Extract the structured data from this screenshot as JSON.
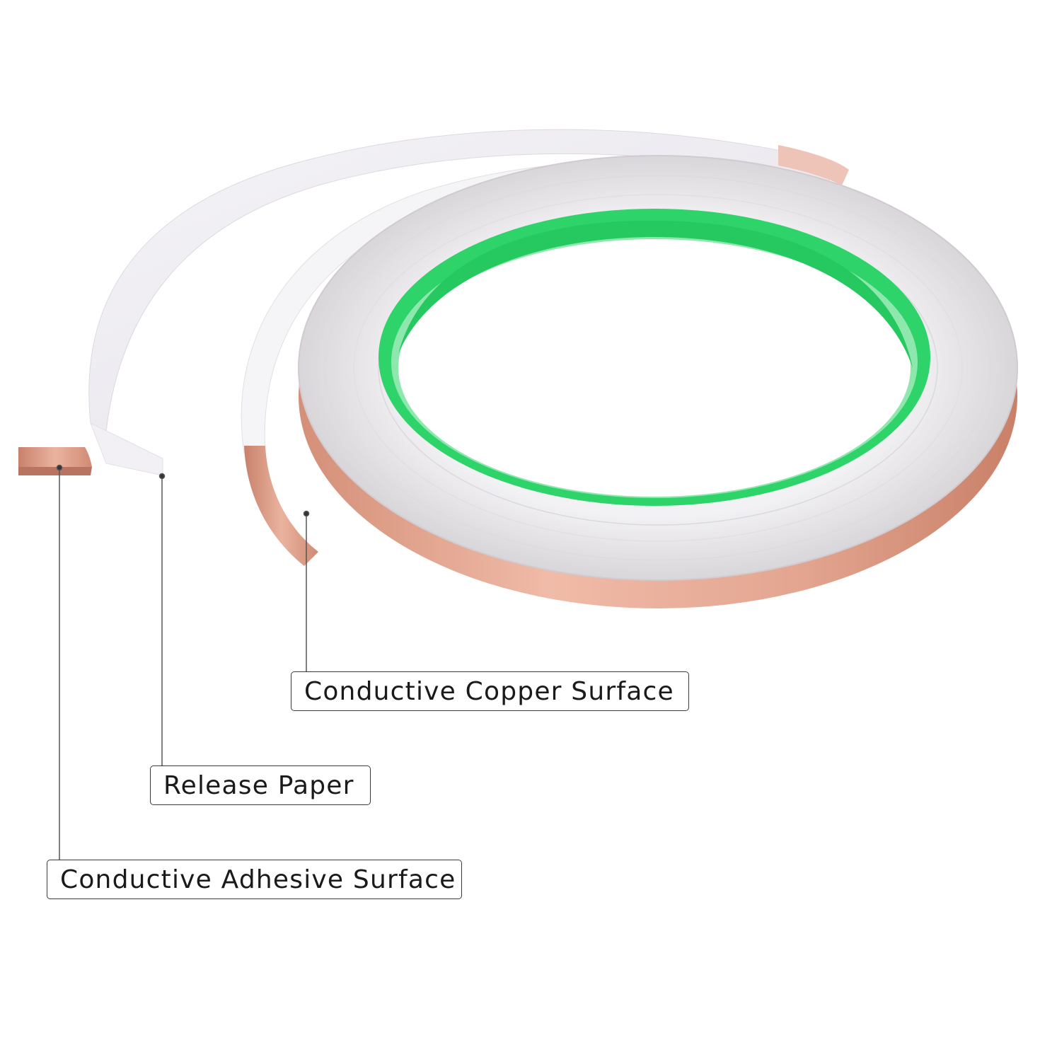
{
  "labels": {
    "copper_surface": "Conductive Copper Surface",
    "release_paper": "Release Paper",
    "adhesive_surface": "Conductive Adhesive Surface"
  },
  "colors": {
    "copper": "#e3a590",
    "copper_dark": "#c98068",
    "tape_face": "#e6e4e6",
    "release_paper": "#f7f6f9",
    "core_green": "#2ed46a",
    "leader_line": "#555555"
  },
  "icons": {
    "product": "copper-tape-roll-icon"
  }
}
